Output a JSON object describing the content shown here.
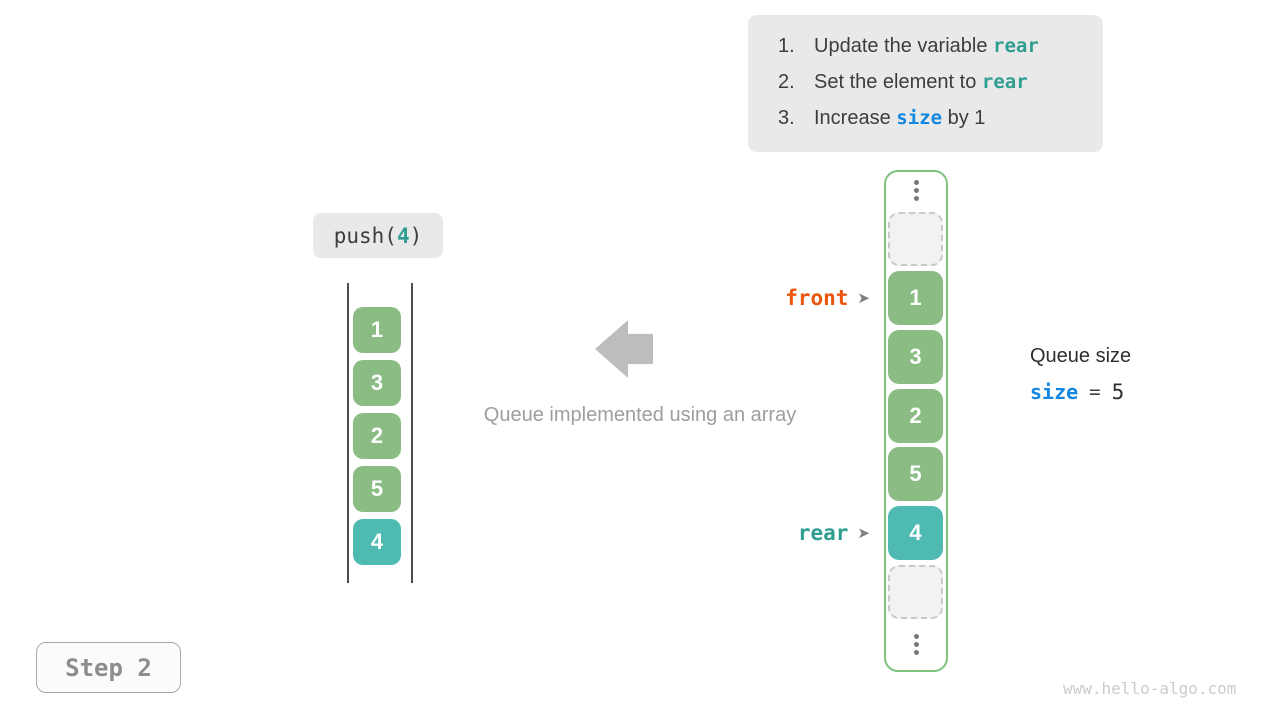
{
  "steps_box": {
    "items": [
      {
        "number": "1.",
        "prefix": "Update the variable ",
        "code": "rear",
        "suffix": ""
      },
      {
        "number": "2.",
        "prefix": "Set the element to ",
        "code": "rear",
        "suffix": ""
      },
      {
        "number": "3.",
        "prefix": "Increase ",
        "code": "size",
        "suffix": " by 1"
      }
    ]
  },
  "push_label": {
    "prefix": "push(",
    "arg": "4",
    "suffix": ")"
  },
  "left_stack": {
    "cells": [
      {
        "value": "1"
      },
      {
        "value": "3"
      },
      {
        "value": "2"
      },
      {
        "value": "5"
      },
      {
        "value": "4"
      }
    ]
  },
  "center": {
    "caption": "Queue implemented using an array"
  },
  "right_array": {
    "cells": [
      {
        "value": ""
      },
      {
        "value": "1"
      },
      {
        "value": "3"
      },
      {
        "value": "2"
      },
      {
        "value": "5"
      },
      {
        "value": "4"
      },
      {
        "value": ""
      }
    ]
  },
  "pointers": {
    "front_label": "front",
    "rear_label": "rear",
    "arrow": "➤"
  },
  "queue_size": {
    "title": "Queue size",
    "variable": "size",
    "equals": "=",
    "value": "5"
  },
  "step_badge": {
    "label": "Step 2"
  },
  "watermark": "www.hello-algo.com",
  "colors": {
    "cell_green": "#8abc84",
    "cell_teal": "#4fbab1",
    "container_border": "#7cc47d",
    "code_teal": "#2f9e91",
    "code_blue": "#1287e1",
    "front_orange": "#ea570c",
    "steps_box_bg": "#e9e9e9"
  }
}
